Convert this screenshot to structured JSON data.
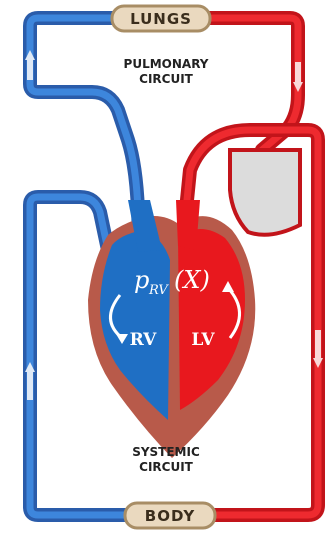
{
  "labels": {
    "lungs": "LUNGS",
    "body": "BODY",
    "pulmonary_line1": "PULMONARY",
    "pulmonary_line2": "CIRCUIT",
    "systemic_line1": "SYSTEMIC",
    "systemic_line2": "CIRCUIT",
    "right_ventricle": "RV",
    "left_ventricle": "LV",
    "formula_p": "p",
    "formula_sub": "RV",
    "formula_arg": "(X)"
  },
  "colors": {
    "deoxygenated": "#1f6fc4",
    "oxygenated": "#e8181e",
    "heart_muscle": "#b85a4a",
    "badge_fill": "#ead9bf",
    "badge_stroke": "#a88d65",
    "vessel_gap": "#d8e0f0"
  },
  "icons": {
    "flow_arrows": "flow-arrow-icon",
    "cycle_arrows": "curved-arrow-icon"
  }
}
